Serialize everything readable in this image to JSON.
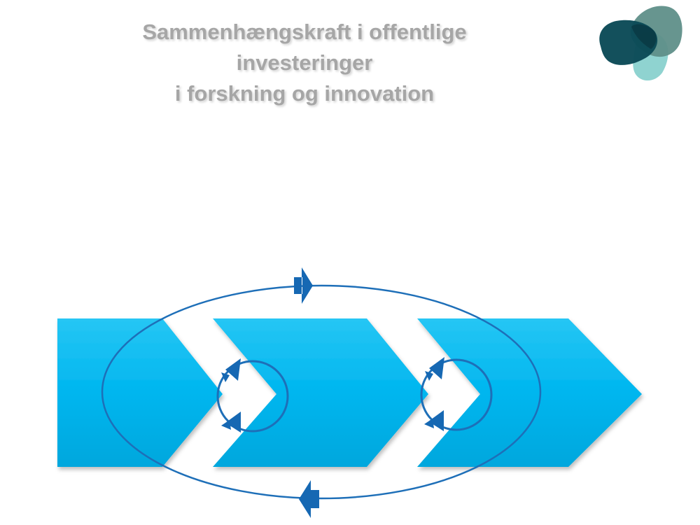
{
  "title": {
    "line1": "Sammenhængskraft i offentlige",
    "line2": "investeringer",
    "line3": "i forskning og innovation"
  },
  "logo": {
    "icon": "overlapping-blobs-logo",
    "colors": [
      "#0b4a57",
      "#5f8f89",
      "#8fd3d0"
    ]
  },
  "diagram": {
    "chevron_color": "#00b6ef",
    "cycle_color": "#1e6fb8",
    "arrow_color": "#1668b3",
    "chevron_count": 3,
    "small_cycle_count": 2,
    "large_cycle_direction": "clockwise"
  }
}
